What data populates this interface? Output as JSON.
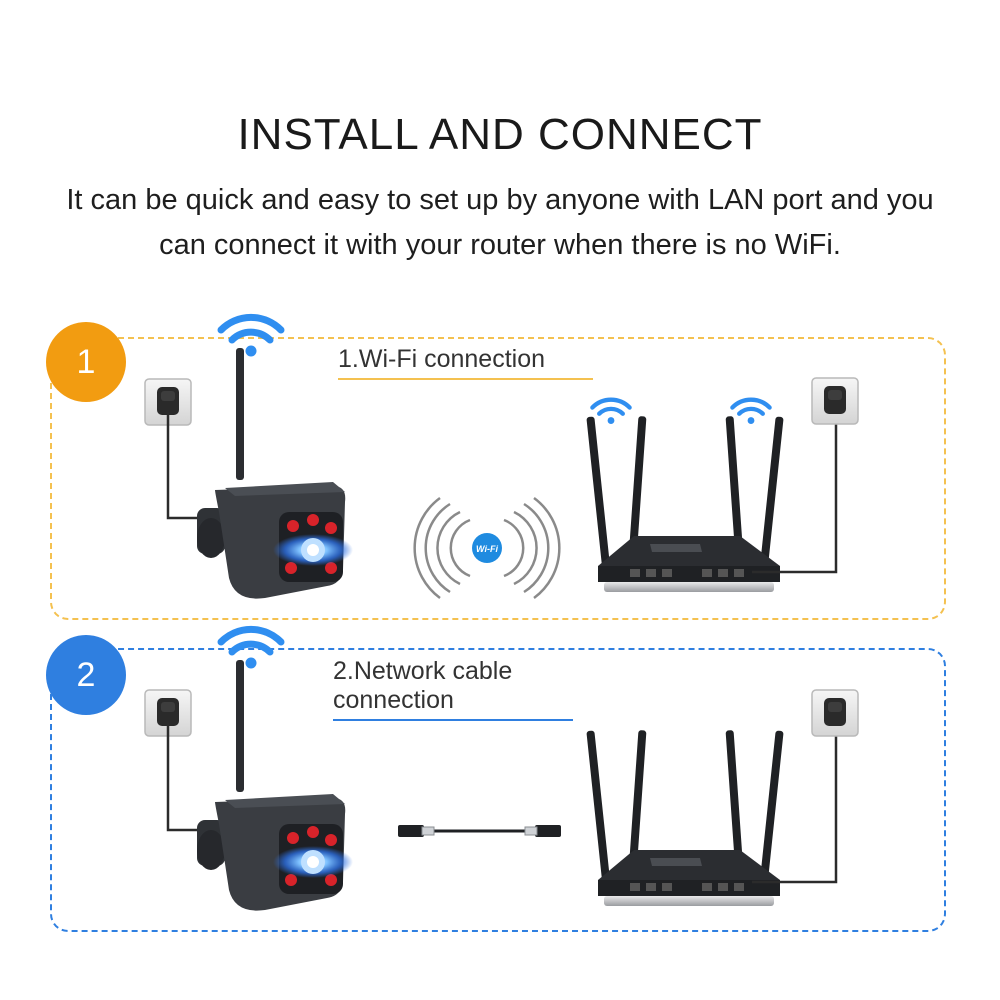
{
  "header": {
    "title": "INSTALL AND CONNECT",
    "subtitle": "It can be quick and easy to set up by anyone with LAN port and you can connect it with your router when there is no WiFi."
  },
  "sections": [
    {
      "number": "1",
      "label": "1.Wi-Fi connection",
      "color": "#f29c11"
    },
    {
      "number": "2",
      "label": "2.Network cable connection",
      "color": "#2f7fe0"
    }
  ],
  "wifi_badge": {
    "text": "Wi-Fi"
  },
  "colors": {
    "wifi_blue": "#2f8ef0",
    "camera_body": "#3a3d42",
    "ir_led": "#d8232a",
    "router_body": "#2b2d31"
  }
}
